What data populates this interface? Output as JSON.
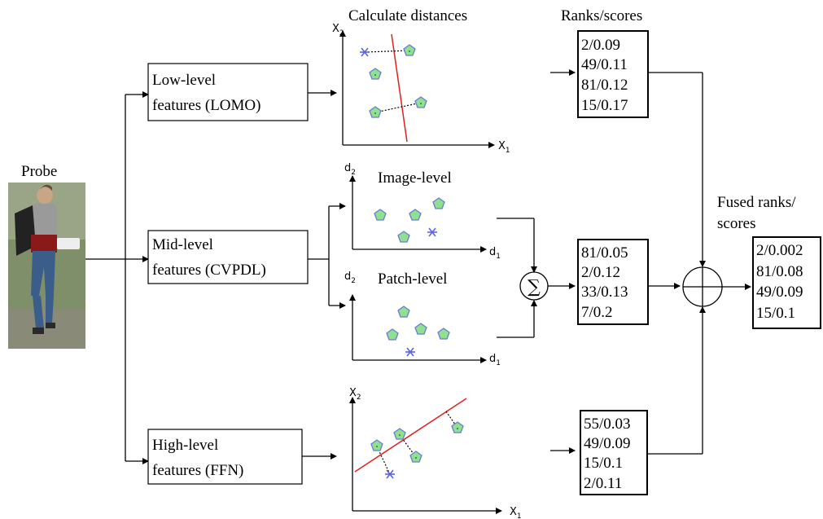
{
  "probe": {
    "label": "Probe"
  },
  "headers": {
    "calculate": "Calculate distances",
    "ranks": "Ranks/scores",
    "fused_line1": "Fused ranks/",
    "fused_line2": "scores"
  },
  "features": {
    "low": {
      "line1": "Low-level",
      "line2": "features (LOMO)"
    },
    "mid": {
      "line1": "Mid-level",
      "line2": "features (CVPDL)"
    },
    "high": {
      "line1": "High-level",
      "line2": "features (FFN)"
    }
  },
  "mid_plots": {
    "image_level": "Image-level",
    "patch_level": "Patch-level"
  },
  "axes": {
    "x_main": "X",
    "y_main": "X",
    "x_sub": "1",
    "y_sub": "2",
    "d_main": "d",
    "d_x_sub": "1",
    "d_y_sub": "2"
  },
  "operators": {
    "sum": "∑"
  },
  "rank_lists": {
    "low": [
      "2/0.09",
      "49/0.11",
      "81/0.12",
      "15/0.17"
    ],
    "mid": [
      "81/0.05",
      "2/0.12",
      "33/0.13",
      "7/0.2"
    ],
    "high": [
      "55/0.03",
      "49/0.09",
      "15/0.1",
      "2/0.11"
    ],
    "fused": [
      "2/0.002",
      "81/0.08",
      "49/0.09",
      "15/0.1"
    ]
  },
  "colors": {
    "separator": "#e02020",
    "gallery_fill": "#8fe08f",
    "gallery_stroke": "#6a7ad8",
    "probe_star": "#5b62e8"
  }
}
